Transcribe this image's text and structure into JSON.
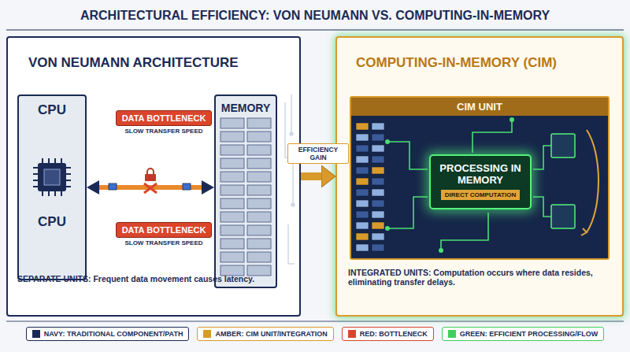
{
  "diagram": {
    "title": "ARCHITECTURAL EFFICIENCY: VON NEUMANN VS. COMPUTING-IN-MEMORY",
    "nodes": [
      {
        "text": [
          "VON NEUMANN ARCHITECTURE",
          "SEPARATE UNITS: Frequent data movement causes latency."
        ]
      },
      {
        "text": [
          "CPU",
          "CPU"
        ],
        "in": 0
      },
      {
        "text": [
          "DATA BOTTLENECK",
          "SLOW TRANSFER SPEED"
        ],
        "in": 0
      },
      {
        "text": [
          "DATA BOTTLENECK",
          "SLOW TRANSFER SPEED"
        ],
        "in": 0
      },
      {
        "text": [
          "MEMORY"
        ],
        "in": 0
      },
      {
        "text": [
          "COMPUTING-IN-MEMORY (CIM)",
          "INTEGRATED UNITS: Computation occurs where data resides, eliminating transfer delays."
        ]
      },
      {
        "text": [
          "CIM UNIT"
        ],
        "in": 5
      },
      {
        "text": [
          "PROCESSING IN MEMORY",
          "DIRECT COMPUTATION"
        ],
        "in": 6
      }
    ],
    "edges": [
      {
        "from": 1,
        "to": 4,
        "arrow": "both"
      },
      {
        "from": 0,
        "to": 5,
        "label": "EFFICIENCY GAIN",
        "arrow": "to"
      }
    ],
    "legend": [
      {
        "text": "NAVY: TRADITIONAL COMPONENT/PATH",
        "color": "#1b2a55"
      },
      {
        "text": "AMBER: CIM UNIT/INTEGRATION",
        "color": "#d99a2c"
      },
      {
        "text": "RED: BOTTLENECK",
        "color": "#d9462b"
      },
      {
        "text": "GREEN: EFFICIENT PROCESSING/FLOW",
        "color": "#3ecf5a"
      }
    ]
  }
}
